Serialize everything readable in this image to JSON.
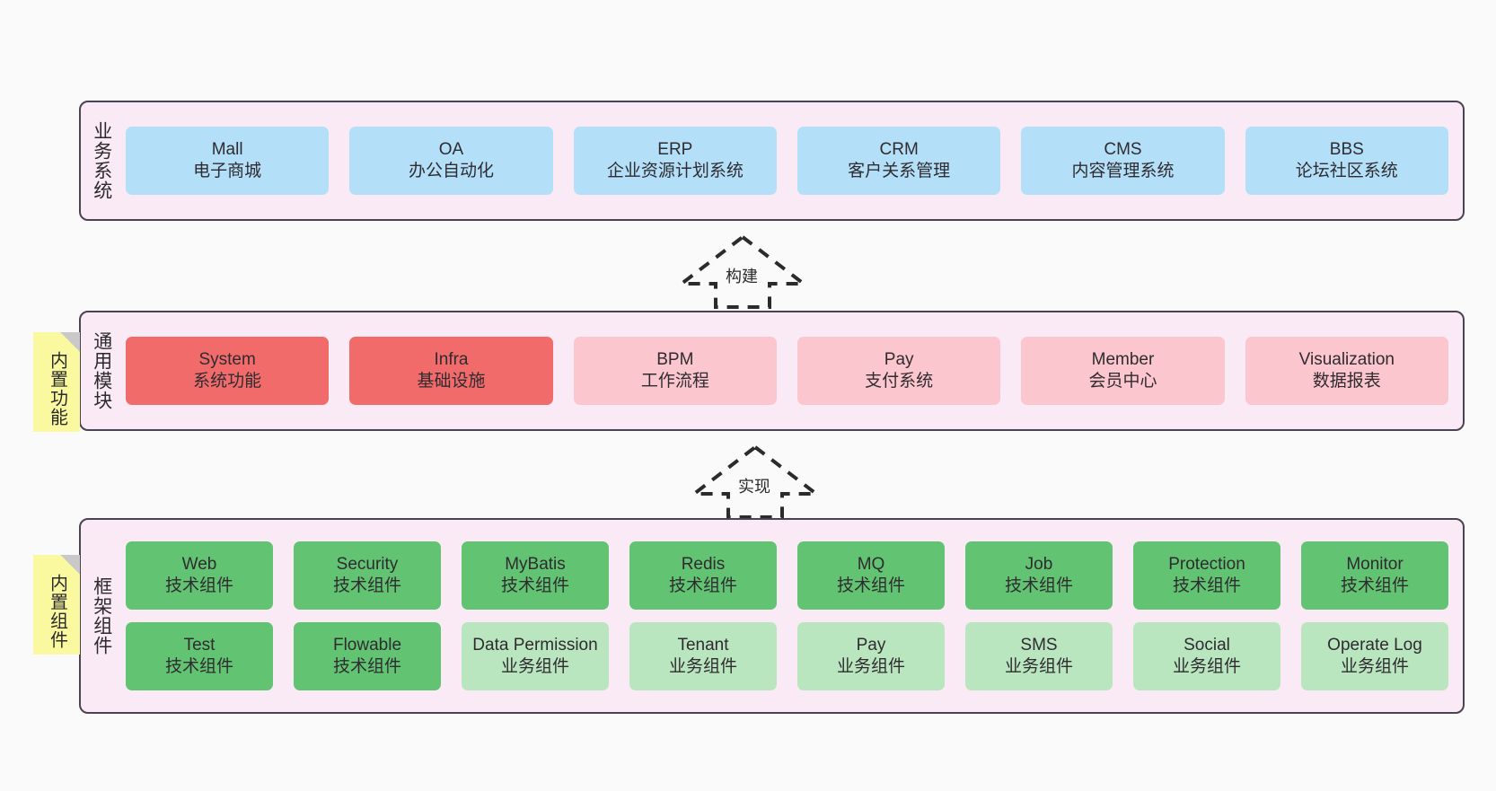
{
  "diagram": {
    "background_color": "#fafafa",
    "layer_fill": "#f9eaf5",
    "layer_border": "#4a4352"
  },
  "layers": [
    {
      "id": "business-system",
      "label": "业务系统",
      "node_color": "#b3e0f8",
      "rows": [
        [
          {
            "en": "Mall",
            "cn": "电子商城"
          },
          {
            "en": "OA",
            "cn": "办公自动化"
          },
          {
            "en": "ERP",
            "cn": "企业资源计划系统"
          },
          {
            "en": "CRM",
            "cn": "客户关系管理"
          },
          {
            "en": "CMS",
            "cn": "内容管理系统"
          },
          {
            "en": "BBS",
            "cn": "论坛社区系统"
          }
        ]
      ]
    },
    {
      "id": "common-module",
      "label": "通用模块",
      "rows": [
        [
          {
            "en": "System",
            "cn": "系统功能",
            "color": "#f26b6b"
          },
          {
            "en": "Infra",
            "cn": "基础设施",
            "color": "#f26b6b"
          },
          {
            "en": "BPM",
            "cn": "工作流程",
            "color": "#fbc6cd"
          },
          {
            "en": "Pay",
            "cn": "支付系统",
            "color": "#fbc6cd"
          },
          {
            "en": "Member",
            "cn": "会员中心",
            "color": "#fbc6cd"
          },
          {
            "en": "Visualization",
            "cn": "数据报表",
            "color": "#fbc6cd"
          }
        ]
      ]
    },
    {
      "id": "framework-component",
      "label": "框架组件",
      "rows": [
        [
          {
            "en": "Web",
            "cn": "技术组件",
            "color": "#62c473"
          },
          {
            "en": "Security",
            "cn": "技术组件",
            "color": "#62c473"
          },
          {
            "en": "MyBatis",
            "cn": "技术组件",
            "color": "#62c473"
          },
          {
            "en": "Redis",
            "cn": "技术组件",
            "color": "#62c473"
          },
          {
            "en": "MQ",
            "cn": "技术组件",
            "color": "#62c473"
          },
          {
            "en": "Job",
            "cn": "技术组件",
            "color": "#62c473"
          },
          {
            "en": "Protection",
            "cn": "技术组件",
            "color": "#62c473"
          },
          {
            "en": "Monitor",
            "cn": "技术组件",
            "color": "#62c473"
          }
        ],
        [
          {
            "en": "Test",
            "cn": "技术组件",
            "color": "#62c473"
          },
          {
            "en": "Flowable",
            "cn": "技术组件",
            "color": "#62c473"
          },
          {
            "en": "Data Permission",
            "cn": "业务组件",
            "color": "#b9e6bf",
            "wrap": true
          },
          {
            "en": "Tenant",
            "cn": "业务组件",
            "color": "#b9e6bf"
          },
          {
            "en": "Pay",
            "cn": "业务组件",
            "color": "#b9e6bf"
          },
          {
            "en": "SMS",
            "cn": "业务组件",
            "color": "#b9e6bf"
          },
          {
            "en": "Social",
            "cn": "业务组件",
            "color": "#b9e6bf"
          },
          {
            "en": "Operate Log",
            "cn": "业务组件",
            "color": "#b9e6bf"
          }
        ]
      ]
    }
  ],
  "sticky_notes": [
    {
      "id": "builtin-feature",
      "text": "内置功能",
      "color": "#fbf9a0"
    },
    {
      "id": "builtin-component",
      "text": "内置组件",
      "color": "#fbf9a0"
    }
  ],
  "connectors": [
    {
      "id": "build",
      "label": "构建",
      "style": "dashed-hollow-arrow-up"
    },
    {
      "id": "implement",
      "label": "实现",
      "style": "dashed-hollow-arrow-up"
    }
  ]
}
